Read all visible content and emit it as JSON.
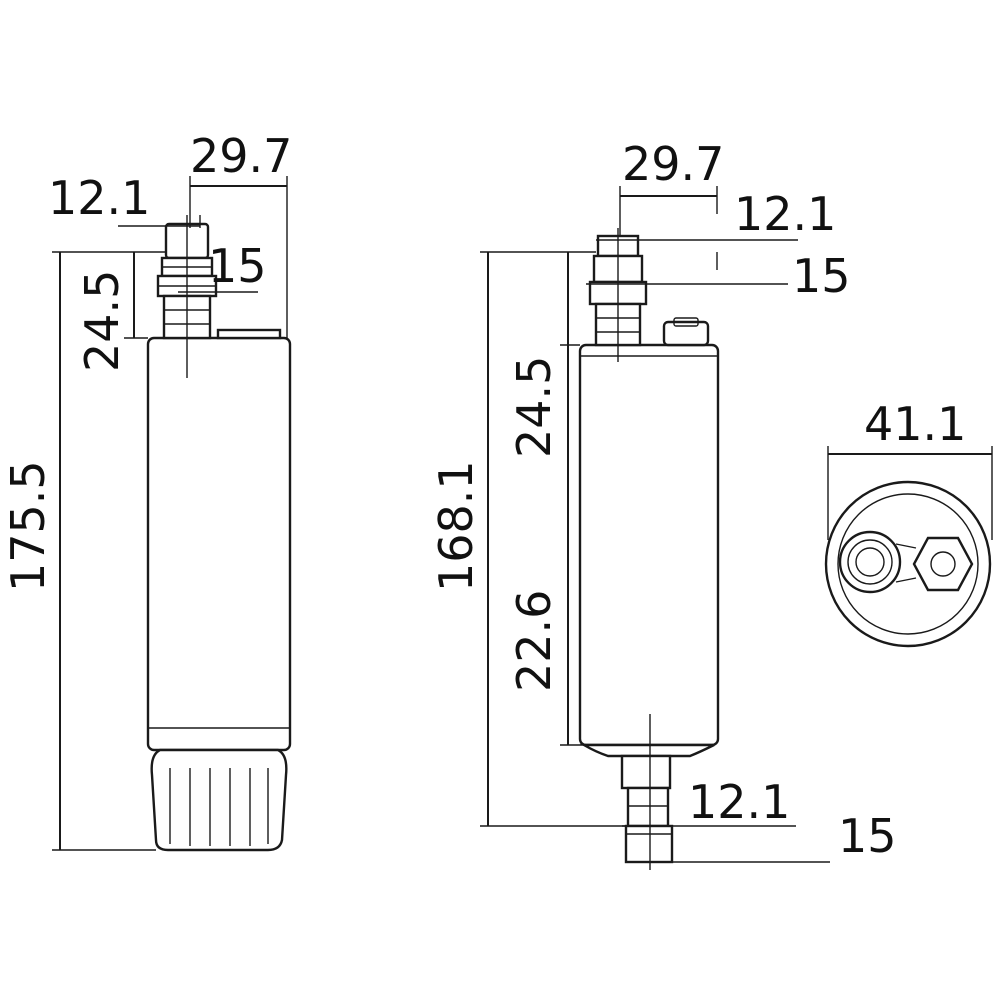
{
  "left_view": {
    "top_width": "29.7",
    "fitting_a": "12.1",
    "fitting_b": "15",
    "fitting_height": "24.5",
    "overall_height": "175.5"
  },
  "middle_view": {
    "top_width": "29.7",
    "top_fitting_a": "12.1",
    "top_fitting_b": "15",
    "upper_height": "24.5",
    "lower_height": "22.6",
    "overall_height": "168.1",
    "bottom_fitting_a": "12.1",
    "bottom_fitting_b": "15"
  },
  "end_view": {
    "diameter": "41.1"
  },
  "colors": {
    "line": "#1a1a1a",
    "background": "#ffffff"
  }
}
